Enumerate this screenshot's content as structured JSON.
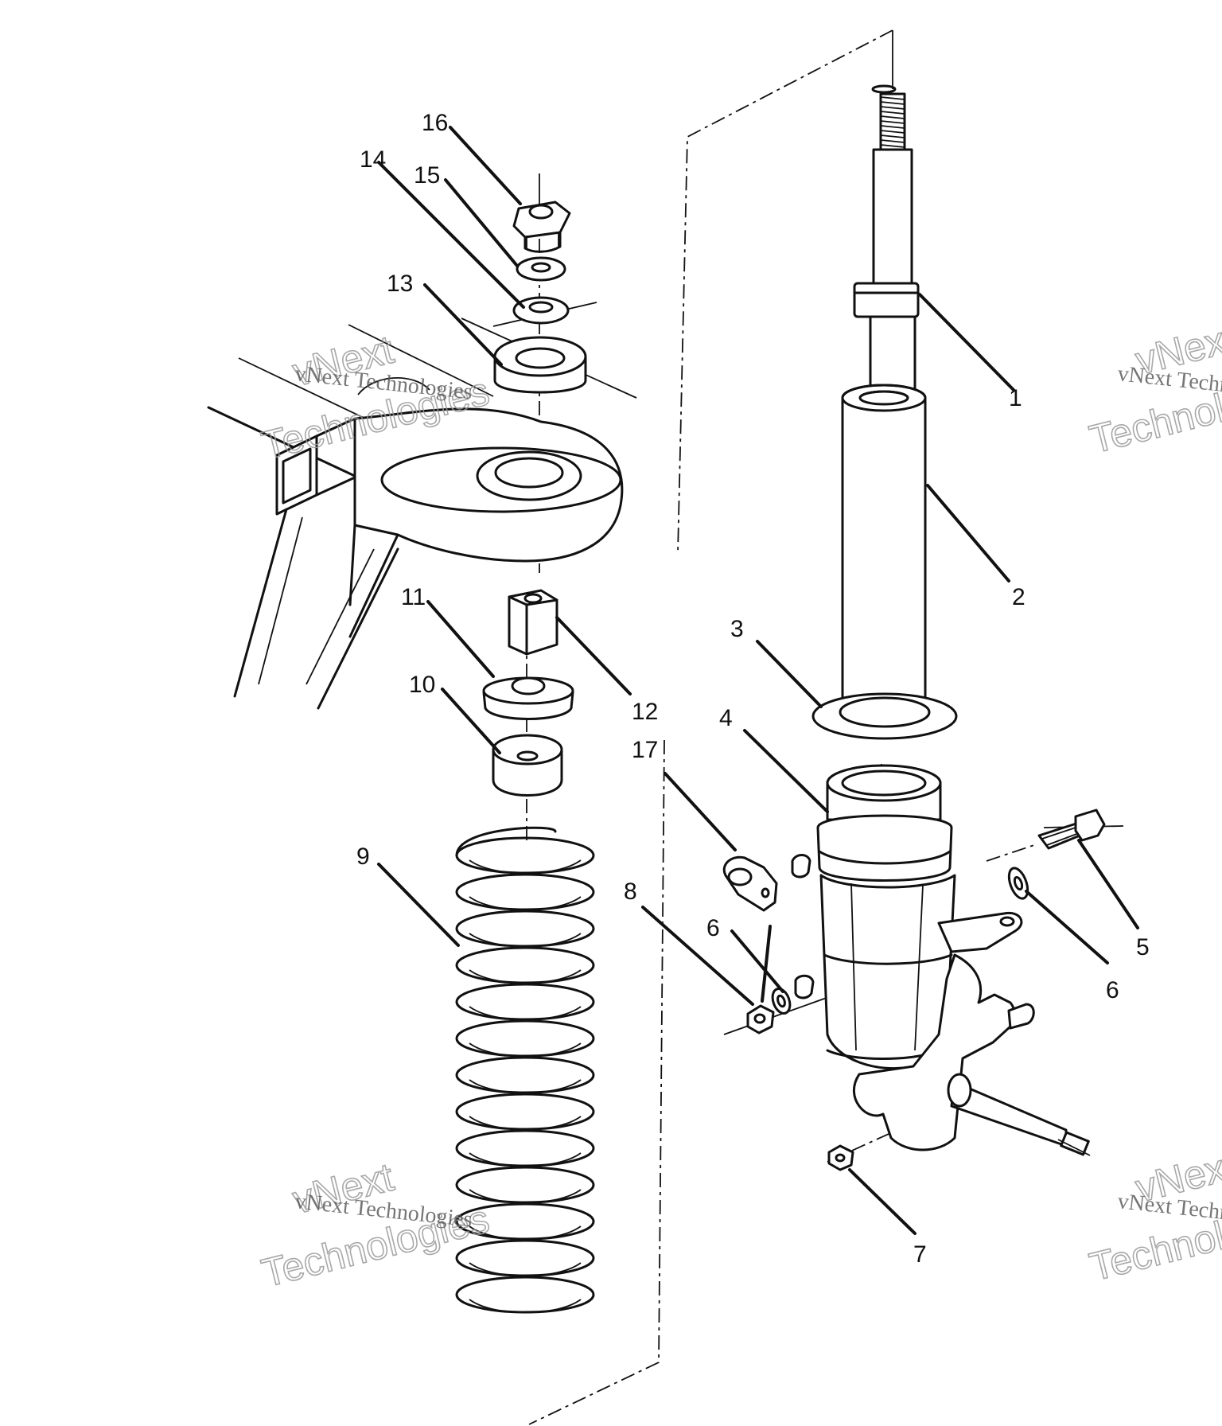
{
  "callouts": {
    "c1": "1",
    "c2": "2",
    "c3": "3",
    "c4": "4",
    "c5": "5",
    "c6a": "6",
    "c6b": "6",
    "c7": "7",
    "c8": "8",
    "c9": "9",
    "c10": "10",
    "c11": "11",
    "c12": "12",
    "c13": "13",
    "c14": "14",
    "c15": "15",
    "c16": "16",
    "c17": "17"
  },
  "watermark": {
    "line1": "vNext",
    "line2": "Technologies",
    "small": "vNext Technologies"
  },
  "colors": {
    "ink": "#111111",
    "paper": "#ffffff",
    "watermark": "#9a9a9a"
  }
}
